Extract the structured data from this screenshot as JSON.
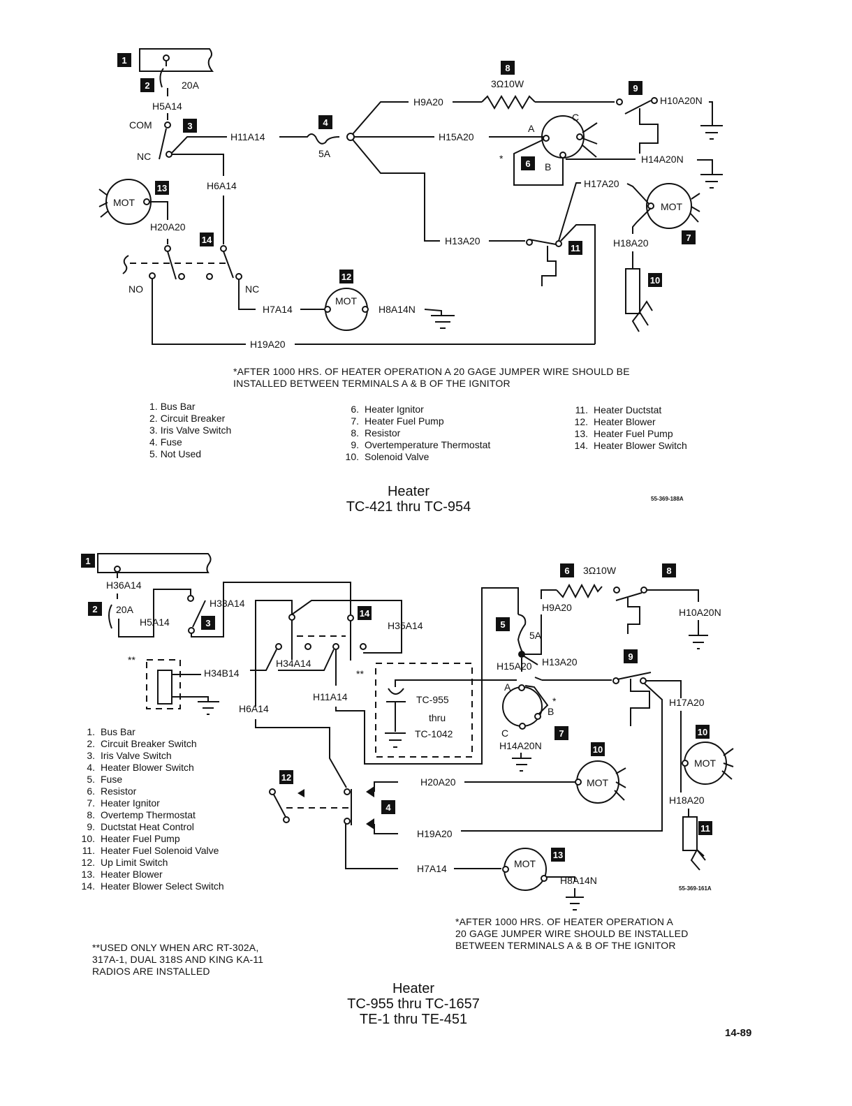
{
  "diagram1": {
    "title_line1": "Heater",
    "title_line2": "TC-421 thru TC-954",
    "drawing_code": "55-369-188A",
    "badges": [
      "1",
      "2",
      "3",
      "4",
      "6",
      "7",
      "8",
      "9",
      "10",
      "11",
      "12",
      "13",
      "14"
    ],
    "labels": {
      "breaker_rating": "20A",
      "h5a14": "H5A14",
      "com": "COM",
      "nc": "NC",
      "h11a14": "H11A14",
      "fuse_rating": "5A",
      "h9a20": "H9A20",
      "resistor_rating": "3Ω10W",
      "h10a20n": "H10A20N",
      "h15a20": "H15A20",
      "ign_a": "A",
      "ign_b": "B",
      "ign_c": "C",
      "asterisk": "*",
      "h14a20n": "H14A20N",
      "h6a14": "H6A14",
      "h17a20": "H17A20",
      "mot": "MOT",
      "h20a20": "H20A20",
      "h18a20": "H18A20",
      "h13a20": "H13A20",
      "no": "NO",
      "nc2": "NC",
      "h7a14": "H7A14",
      "h8a14n": "H8A14N",
      "h19a20": "H19A20"
    },
    "note_line1": "*AFTER 1000 HRS. OF HEATER OPERATION A 20 GAGE JUMPER WIRE SHOULD BE",
    "note_line2": "INSTALLED BETWEEN TERMINALS A & B OF THE IGNITOR",
    "legend": [
      {
        "num": "1.",
        "label": "Bus Bar"
      },
      {
        "num": "2.",
        "label": "Circuit Breaker"
      },
      {
        "num": "3.",
        "label": "Iris Valve Switch"
      },
      {
        "num": "4.",
        "label": "Fuse"
      },
      {
        "num": "5.",
        "label": "Not Used"
      },
      {
        "num": "6.",
        "label": "Heater Ignitor"
      },
      {
        "num": "7.",
        "label": "Heater Fuel Pump"
      },
      {
        "num": "8.",
        "label": "Resistor"
      },
      {
        "num": "9.",
        "label": "Overtemperature Thermostat"
      },
      {
        "num": "10.",
        "label": "Solenoid Valve"
      },
      {
        "num": "11.",
        "label": "Heater Ductstat"
      },
      {
        "num": "12.",
        "label": "Heater Blower"
      },
      {
        "num": "13.",
        "label": "Heater Fuel Pump"
      },
      {
        "num": "14.",
        "label": "Heater Blower Switch"
      }
    ]
  },
  "diagram2": {
    "title_line1": "Heater",
    "title_line2": "TC-955 thru TC-1657",
    "title_line3": "TE-1 thru TE-451",
    "drawing_code": "55-369-161A",
    "badges": [
      "1",
      "2",
      "3",
      "4",
      "5",
      "6",
      "7",
      "8",
      "9",
      "10",
      "10",
      "11",
      "12",
      "13",
      "14"
    ],
    "labels": {
      "h36a14": "H36A14",
      "breaker_rating": "20A",
      "h5a14": "H5A14",
      "h33a14": "H33A14",
      "h35a14": "H35A14",
      "h34b14": "H34B14",
      "h34a14": "H34A14",
      "h11a14": "H11A14",
      "h6a14": "H6A14",
      "double_asterisk": "**",
      "tc955": "TC-955",
      "thru": "thru",
      "tc1042": "TC-1042",
      "resistor_rating": "3Ω10W",
      "h9a20": "H9A20",
      "h10a20n": "H10A20N",
      "fuse_rating": "5A",
      "h13a20": "H13A20",
      "h15a20": "H15A20",
      "ign_a": "A",
      "ign_b": "B",
      "ign_c": "C",
      "asterisk": "*",
      "h14a20n": "H14A20N",
      "h17a20": "H17A20",
      "mot": "MOT",
      "h18a20": "H18A20",
      "h20a20": "H20A20",
      "h19a20": "H19A20",
      "h7a14": "H7A14",
      "h8a14n": "H8A14N"
    },
    "legend": [
      {
        "num": "1.",
        "label": "Bus Bar"
      },
      {
        "num": "2.",
        "label": "Circuit Breaker Switch"
      },
      {
        "num": "3.",
        "label": "Iris Valve Switch"
      },
      {
        "num": "4.",
        "label": "Heater Blower Switch"
      },
      {
        "num": "5.",
        "label": "Fuse"
      },
      {
        "num": "6.",
        "label": "Resistor"
      },
      {
        "num": "7.",
        "label": "Heater Ignitor"
      },
      {
        "num": "8.",
        "label": "Overtemp Thermostat"
      },
      {
        "num": "9.",
        "label": "Ductstat Heat Control"
      },
      {
        "num": "10.",
        "label": "Heater Fuel Pump"
      },
      {
        "num": "11.",
        "label": "Heater Fuel Solenoid Valve"
      },
      {
        "num": "12.",
        "label": "Up Limit Switch"
      },
      {
        "num": "13.",
        "label": "Heater Blower"
      },
      {
        "num": "14.",
        "label": "Heater Blower Select Switch"
      }
    ],
    "radio_note": [
      "**USED ONLY WHEN ARC RT-302A,",
      "317A-1, DUAL 318S AND KING KA-11",
      "RADIOS ARE INSTALLED"
    ],
    "jumper_note": [
      "*AFTER 1000 HRS. OF HEATER OPERATION A",
      "20 GAGE JUMPER WIRE SHOULD BE INSTALLED",
      "BETWEEN TERMINALS A & B OF THE IGNITOR"
    ]
  },
  "page_number": "14-89"
}
